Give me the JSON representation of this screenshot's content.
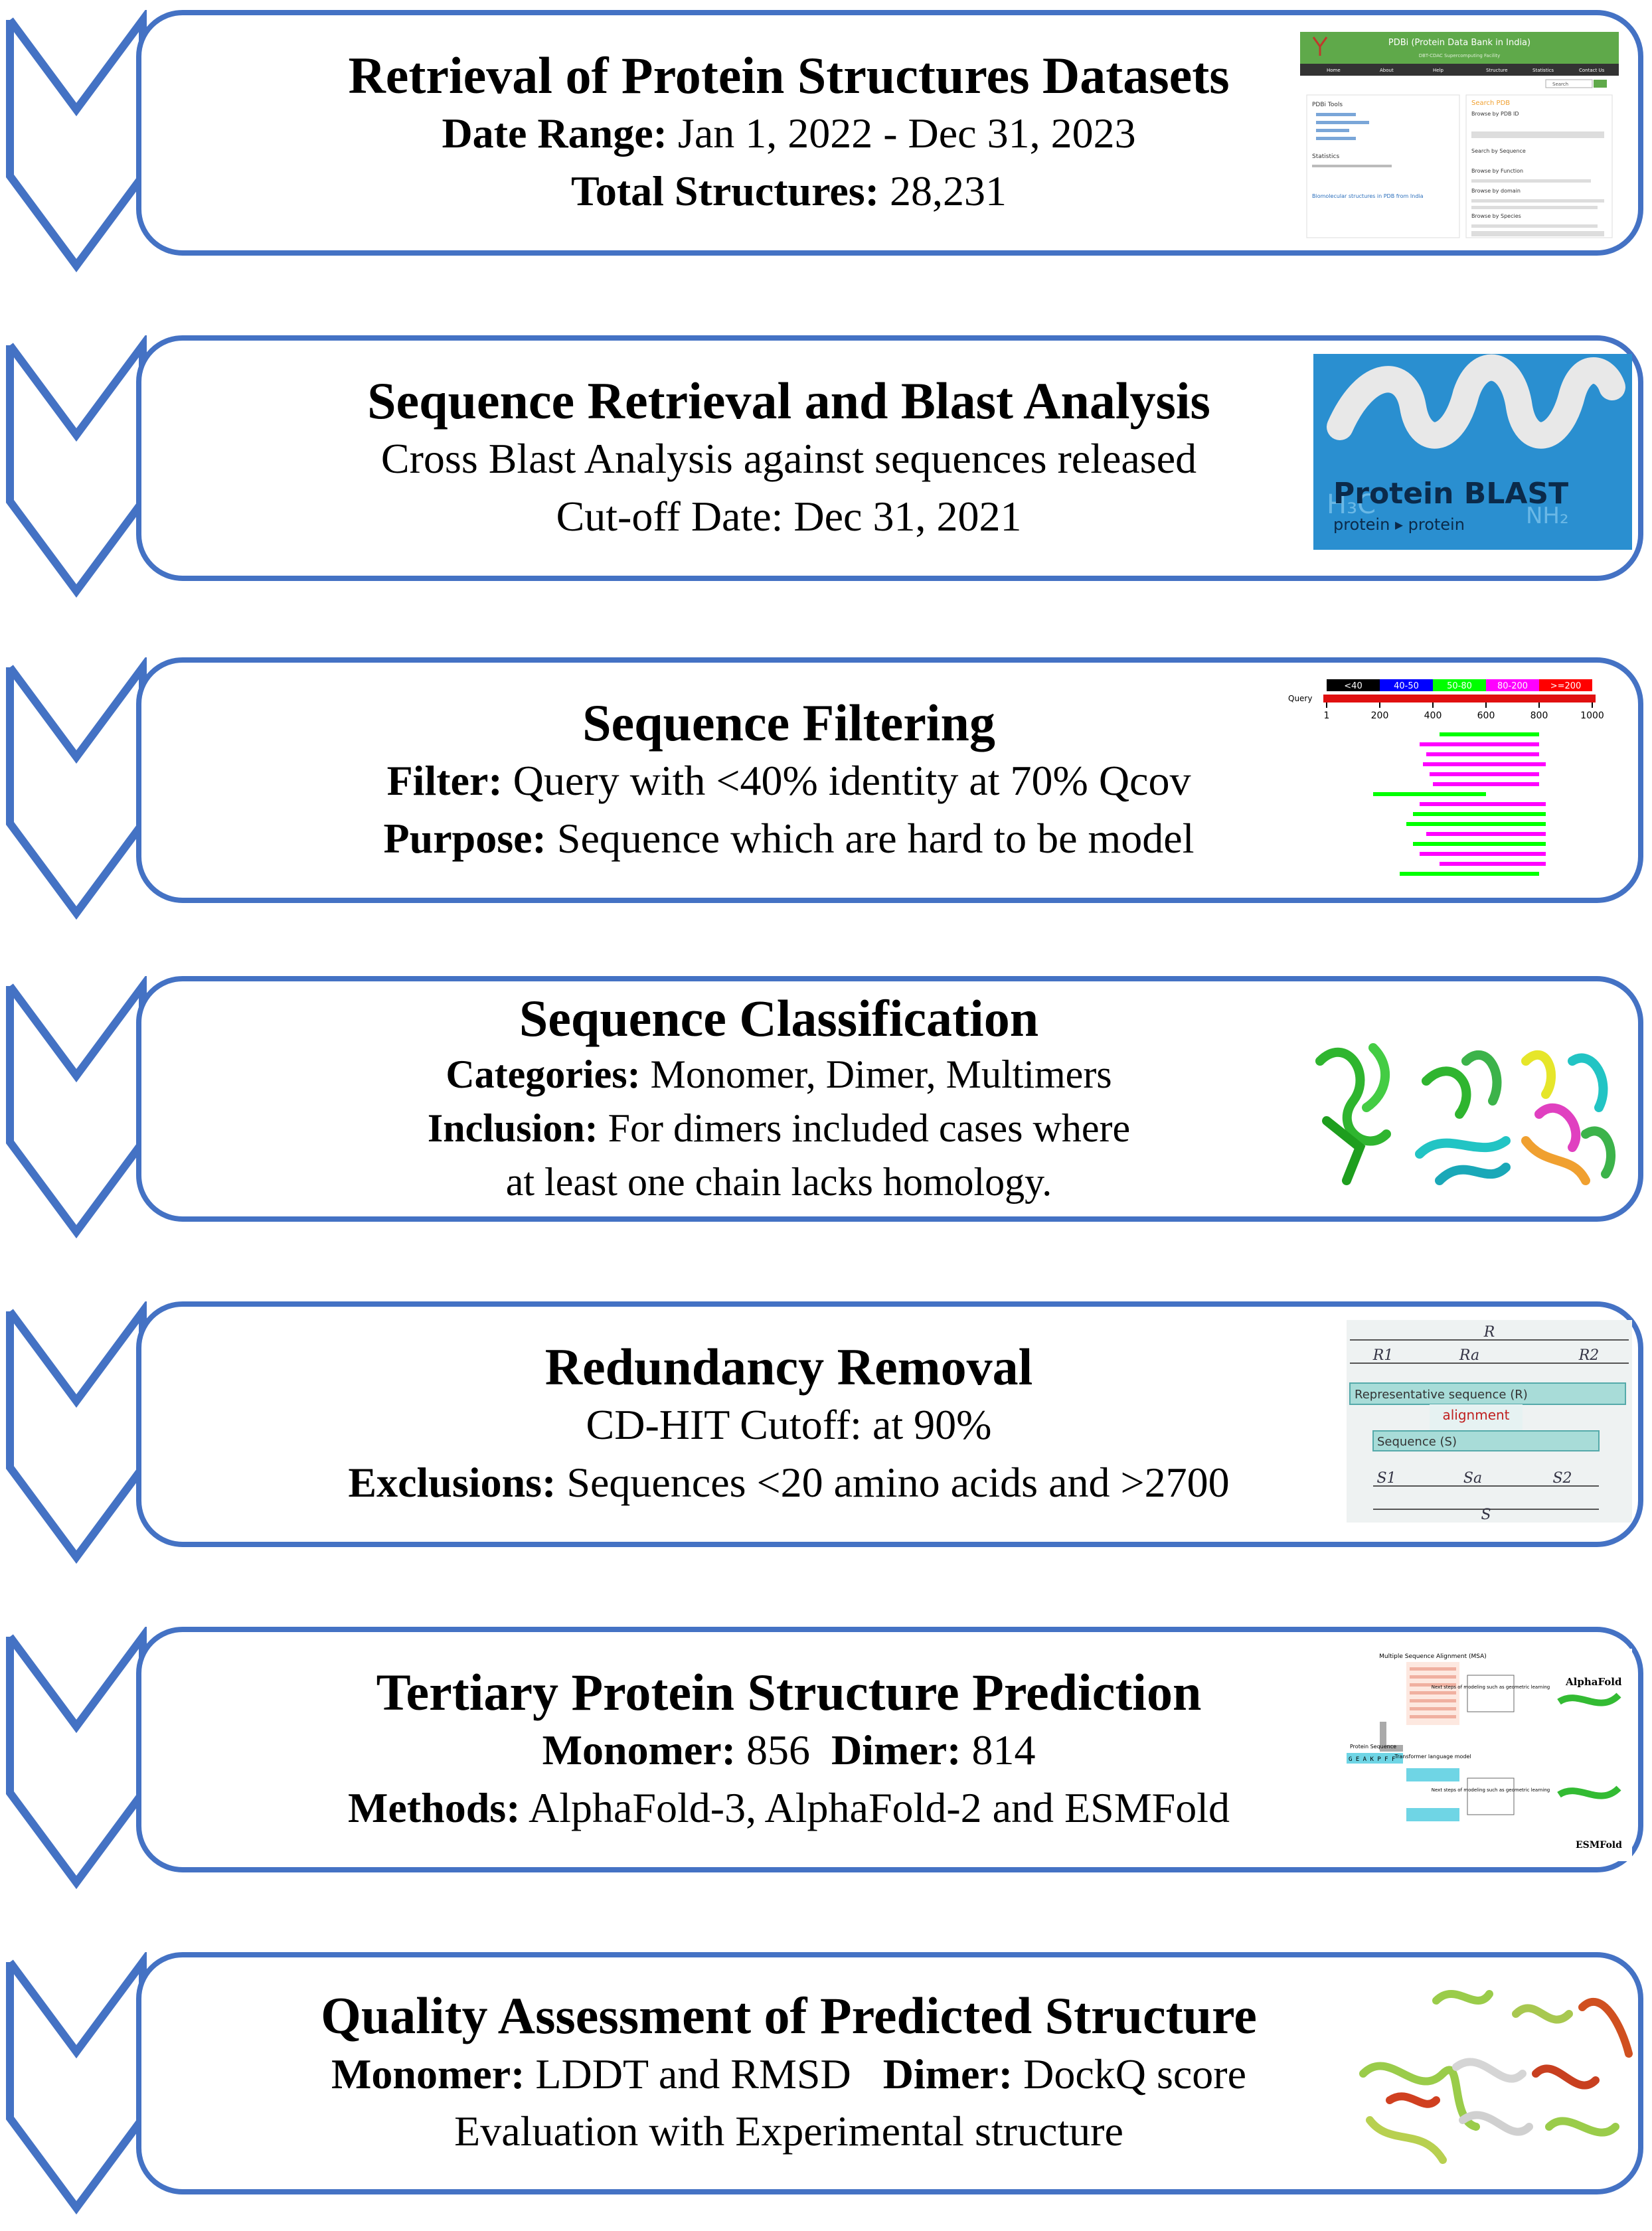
{
  "steps": [
    {
      "title": "Retrieval of Protein Structures Datasets",
      "lines": [
        {
          "label": "Date Range:",
          "text": "Jan 1, 2022 - Dec 31, 2023"
        },
        {
          "label": "Total Structures:",
          "text": "28,231"
        }
      ],
      "image": {
        "header": "PDBi (Protein Data Bank in India)",
        "subheader": "DBT-CDAC Supercomputing Facility",
        "nav": [
          "Home",
          "About",
          "Help",
          "Structure",
          "Statistics",
          "Contact Us"
        ],
        "search_button": "Search",
        "left_items": [
          "PDBi Tools",
          "Statistics",
          "Biomolecular structures in PDB from India"
        ],
        "right_items": [
          "Search PDB",
          "Browse by PDB ID",
          "Search by Sequence",
          "Browse by Function",
          "Browse by domain",
          "Browse by Species"
        ]
      }
    },
    {
      "title": "Sequence Retrieval and Blast Analysis",
      "lines": [
        {
          "label": "",
          "text": "Cross Blast Analysis against sequences released"
        },
        {
          "label": "",
          "text": "Cut-off Date: Dec 31, 2021"
        }
      ],
      "image": {
        "title": "Protein BLAST",
        "subtitle": "protein ▸ protein"
      }
    },
    {
      "title": "Sequence Filtering",
      "lines": [
        {
          "label": "Filter:",
          "text": "Query with <40% identity at 70% Qcov"
        },
        {
          "label": "Purpose:",
          "text": "Sequence which are hard to be model"
        }
      ],
      "image": {
        "legend": [
          "<40",
          "40-50",
          "50-80",
          "80-200",
          ">=200"
        ],
        "legend_colors": [
          "#000000",
          "#0000FF",
          "#00FF00",
          "#FF00FF",
          "#FF0000"
        ],
        "query_label": "Query",
        "ticks": [
          "1",
          "200",
          "400",
          "600",
          "800",
          "1000"
        ]
      }
    },
    {
      "title": "Sequence Classification",
      "lines": [
        {
          "label": "Categories:",
          "text": "Monomer, Dimer, Multimers"
        },
        {
          "label": "Inclusion:",
          "text": "For dimers included cases where"
        },
        {
          "label": "",
          "text": "at least one chain lacks homology."
        }
      ]
    },
    {
      "title": "Redundancy Removal",
      "lines": [
        {
          "label": "",
          "text": "CD-HIT Cutoff: at 90%"
        },
        {
          "label": "Exclusions:",
          "text": "Sequences <20 amino acids and >2700"
        }
      ],
      "image": {
        "R": "R",
        "R1": "R1",
        "Ra": "Ra",
        "R2": "R2",
        "rep": "Representative sequence (R)",
        "alignment": "alignment",
        "seq": "Sequence (S)",
        "S1": "S1",
        "Sa": "Sa",
        "S2": "S2",
        "S": "S"
      }
    },
    {
      "title": "Tertiary Protein Structure Prediction",
      "lines": [
        {
          "label": "Monomer:",
          "text": "856",
          "label2": "Dimer:",
          "text2": "814"
        },
        {
          "label": "Methods:",
          "text": "AlphaFold-3, AlphaFold-2 and ESMFold"
        }
      ],
      "image": {
        "msa": "Multiple Sequence Alignment (MSA)",
        "protein_seq": "Protein Sequence",
        "seq_letters": "G E A K P F F",
        "transformer": "Transformer language model",
        "next1": "Next steps of modeling such as geometric learning",
        "next2": "Next steps of modeling such as geometric learning",
        "alphafold": "AlphaFold",
        "esmfold": "ESMFold"
      }
    },
    {
      "title": "Quality Assessment of Predicted Structure",
      "lines": [
        {
          "label": "Monomer:",
          "text": "LDDT and RMSD",
          "label2": "Dimer:",
          "text2": "DockQ score"
        },
        {
          "label": "",
          "text": "Evaluation with Experimental structure"
        }
      ]
    }
  ],
  "colors": {
    "accent": "#4472C4"
  }
}
